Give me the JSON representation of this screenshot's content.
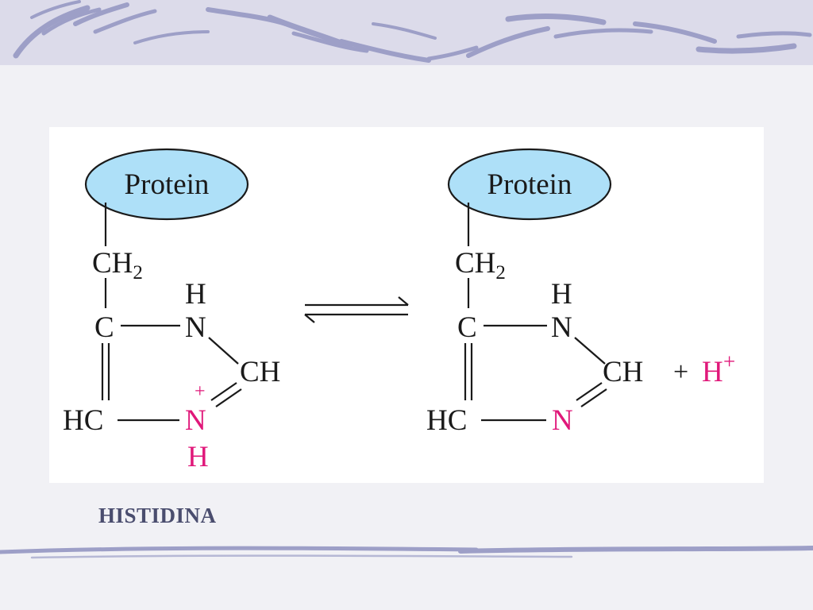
{
  "colors": {
    "background": "#f1f1f5",
    "brush_stroke": "#9d9fc7",
    "panel": "#ffffff",
    "protein_fill": "#aee0f8",
    "charged_atom": "#e0187a",
    "text": "#1a1a1a",
    "caption": "#4a4d6e"
  },
  "left_structure": {
    "protein_label": "Protein",
    "ch2_main": "CH",
    "ch2_sub": "2",
    "nh_top_h": "H",
    "nh_top_n": "N",
    "c_left": "C",
    "ch_right": "CH",
    "hc_bottom": "HC",
    "n_bottom": "N",
    "n_bottom_charge": "+",
    "n_bottom_h": "H"
  },
  "right_structure": {
    "protein_label": "Protein",
    "ch2_main": "CH",
    "ch2_sub": "2",
    "nh_top_h": "H",
    "nh_top_n": "N",
    "c_left": "C",
    "ch_right": "CH",
    "hc_bottom": "HC",
    "n_bottom": "N",
    "plus_sign": "+",
    "proton": "H",
    "proton_charge": "+"
  },
  "caption": "HISTIDINA"
}
